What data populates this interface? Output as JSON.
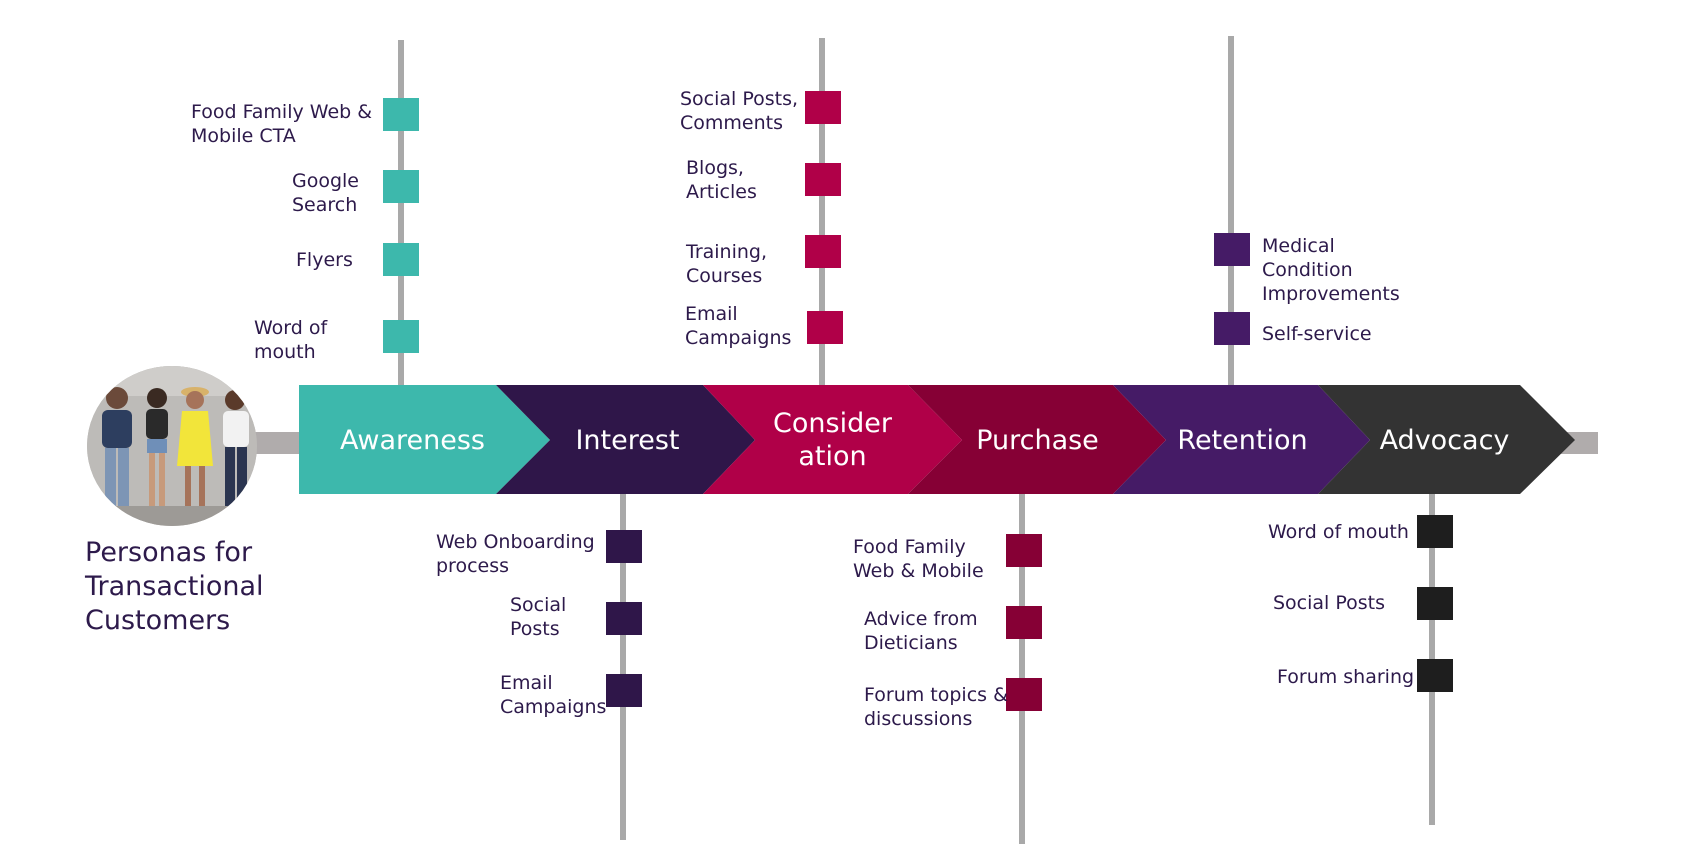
{
  "persona": {
    "title": "Personas for\nTransactional\nCustomers",
    "image_alt": "group of people using phones"
  },
  "stages": [
    {
      "label": "Awareness",
      "color": "#3db8ac"
    },
    {
      "label": "Interest",
      "color": "#2f1649"
    },
    {
      "label": "Consider\nation",
      "color": "#b00048"
    },
    {
      "label": "Purchase",
      "color": "#860035"
    },
    {
      "label": "Retention",
      "color": "#451b66"
    },
    {
      "label": "Advocacy",
      "color": "#333333"
    }
  ],
  "touchpoints": {
    "awareness": [
      "Food Family Web &\nMobile CTA",
      "Google\nSearch",
      "Flyers",
      "Word of\nmouth"
    ],
    "interest": [
      "Web Onboarding\nprocess",
      "Social\nPosts",
      "Email\nCampaigns"
    ],
    "consideration": [
      "Social Posts,\nComments",
      "Blogs,\nArticles",
      "Training,\nCourses",
      "Email\nCampaigns"
    ],
    "purchase": [
      "Food Family\nWeb & Mobile",
      "Advice from\nDieticians",
      "Forum topics &\ndiscussions"
    ],
    "retention": [
      "Medical\nCondition\nImprovements",
      "Self-service"
    ],
    "advocacy": [
      "Word of mouth",
      "Social Posts",
      "Forum sharing"
    ]
  }
}
